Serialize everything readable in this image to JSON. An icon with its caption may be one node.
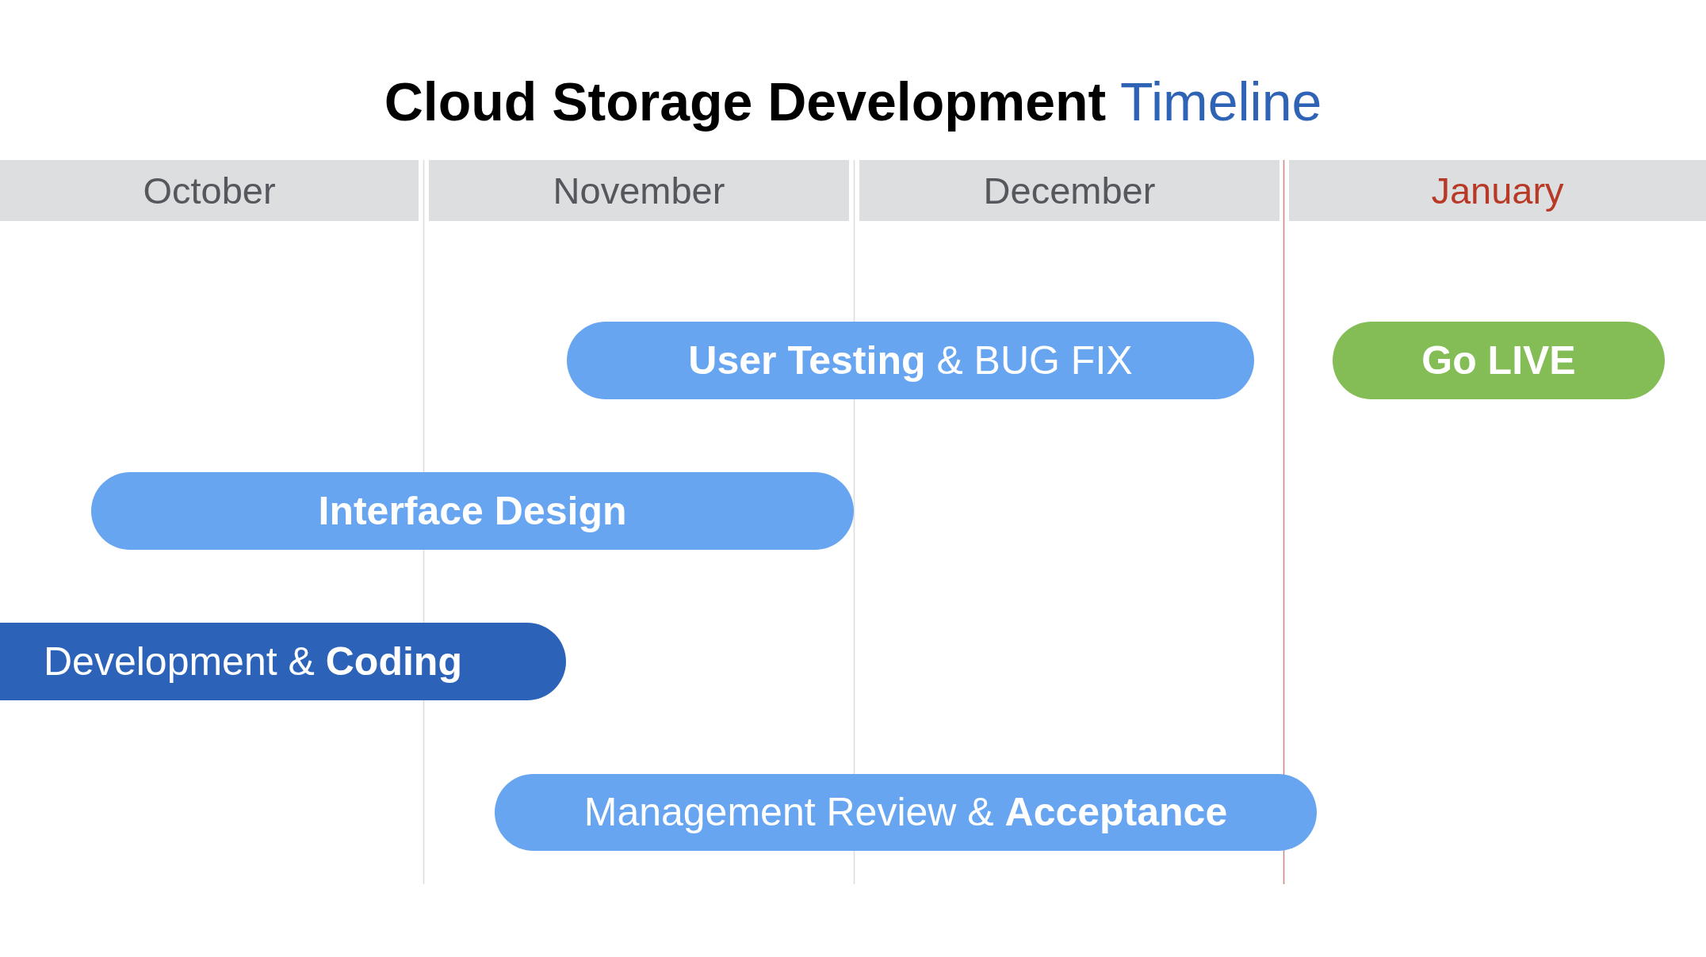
{
  "diagram": {
    "title": "**Cloud Storage Development** Timeline",
    "nodes": [
      {
        "text": [
          "October"
        ]
      },
      {
        "text": [
          "November"
        ]
      },
      {
        "text": [
          "December"
        ]
      },
      {
        "text": [
          "January"
        ]
      },
      {
        "text": [
          "**User Testing** & BUG FIX"
        ]
      },
      {
        "text": [
          "Go LIVE"
        ]
      },
      {
        "text": [
          "Interface Design"
        ]
      },
      {
        "text": [
          "Development & **Coding**"
        ]
      },
      {
        "text": [
          "Management Review & **Acceptance**"
        ]
      }
    ]
  }
}
